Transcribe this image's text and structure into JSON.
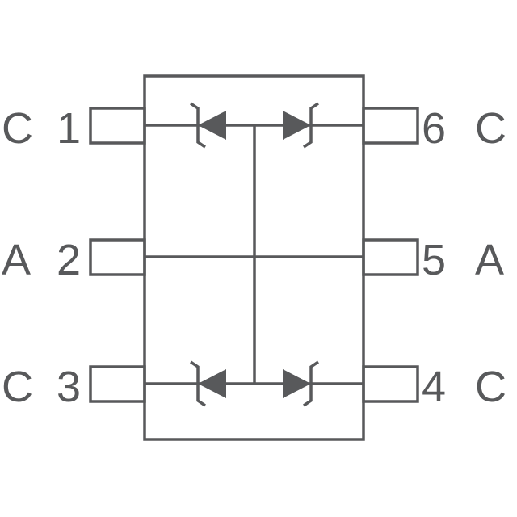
{
  "colors": {
    "ink": "#58595b",
    "background": "#ffffff"
  },
  "pins": {
    "p1": {
      "number": "1",
      "name": "C"
    },
    "p2": {
      "number": "2",
      "name": "A"
    },
    "p3": {
      "number": "3",
      "name": "C"
    },
    "p4": {
      "number": "4",
      "name": "C"
    },
    "p5": {
      "number": "5",
      "name": "A"
    },
    "p6": {
      "number": "6",
      "name": "C"
    }
  }
}
